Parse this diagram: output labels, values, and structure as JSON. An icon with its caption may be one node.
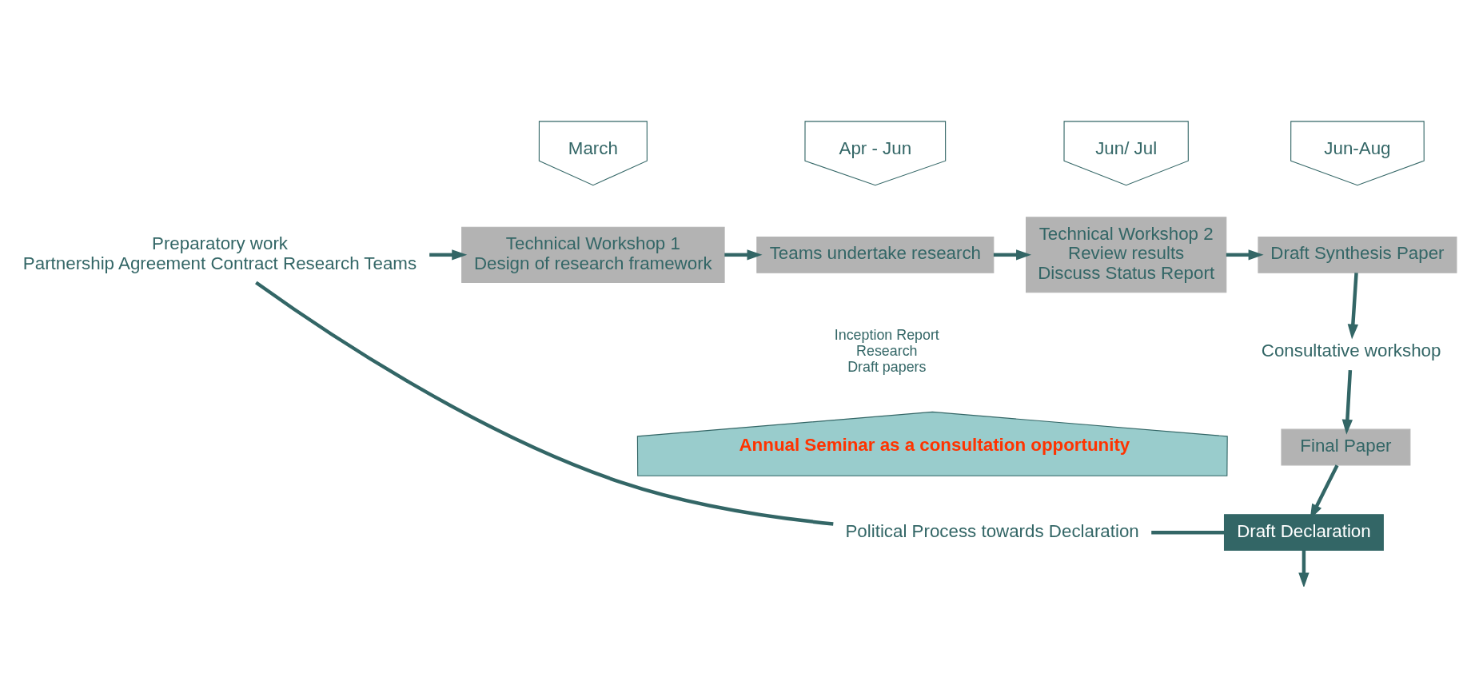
{
  "diagram": {
    "nodes": [
      {
        "text": [
          "Preparatory work",
          "Partnership Agreement Contract Research Teams"
        ]
      },
      {
        "text": [
          "March"
        ]
      },
      {
        "text": [
          "Apr - Jun"
        ]
      },
      {
        "text": [
          "Jun/ Jul"
        ]
      },
      {
        "text": [
          "Jun-Aug"
        ]
      },
      {
        "text": [
          "Technical Workshop 1",
          "Design of research framework"
        ]
      },
      {
        "text": [
          "Teams undertake research"
        ],
        "beside": [
          "Inception Report",
          "Research",
          "Draft papers"
        ]
      },
      {
        "text": [
          "Technical Workshop 2",
          "Review results",
          "Discuss Status Report"
        ]
      },
      {
        "text": [
          "Draft Synthesis Paper"
        ]
      },
      {
        "text": [
          "Consultative workshop"
        ]
      },
      {
        "text": [
          "Final Paper"
        ]
      },
      {
        "text": [
          "Annual Seminar as a consultation opportunity"
        ]
      },
      {
        "text": [
          "Political Process towards Declaration"
        ]
      },
      {
        "text": [
          "Draft Declaration"
        ]
      }
    ],
    "edges": [
      {
        "from": 0,
        "to": 5,
        "arrow": "to"
      },
      {
        "from": 5,
        "to": 6,
        "arrow": "to"
      },
      {
        "from": 6,
        "to": 7,
        "arrow": "to"
      },
      {
        "from": 7,
        "to": 8,
        "arrow": "to"
      },
      {
        "from": 8,
        "to": 9,
        "arrow": "to"
      },
      {
        "from": 9,
        "to": 10,
        "arrow": "to"
      },
      {
        "from": 10,
        "to": 13,
        "arrow": "to"
      },
      {
        "from": 0,
        "to": 12,
        "arrow": "none"
      },
      {
        "from": 12,
        "to": 13,
        "arrow": "none"
      },
      {
        "from": 13,
        "to": null,
        "arrow": "to"
      }
    ]
  }
}
